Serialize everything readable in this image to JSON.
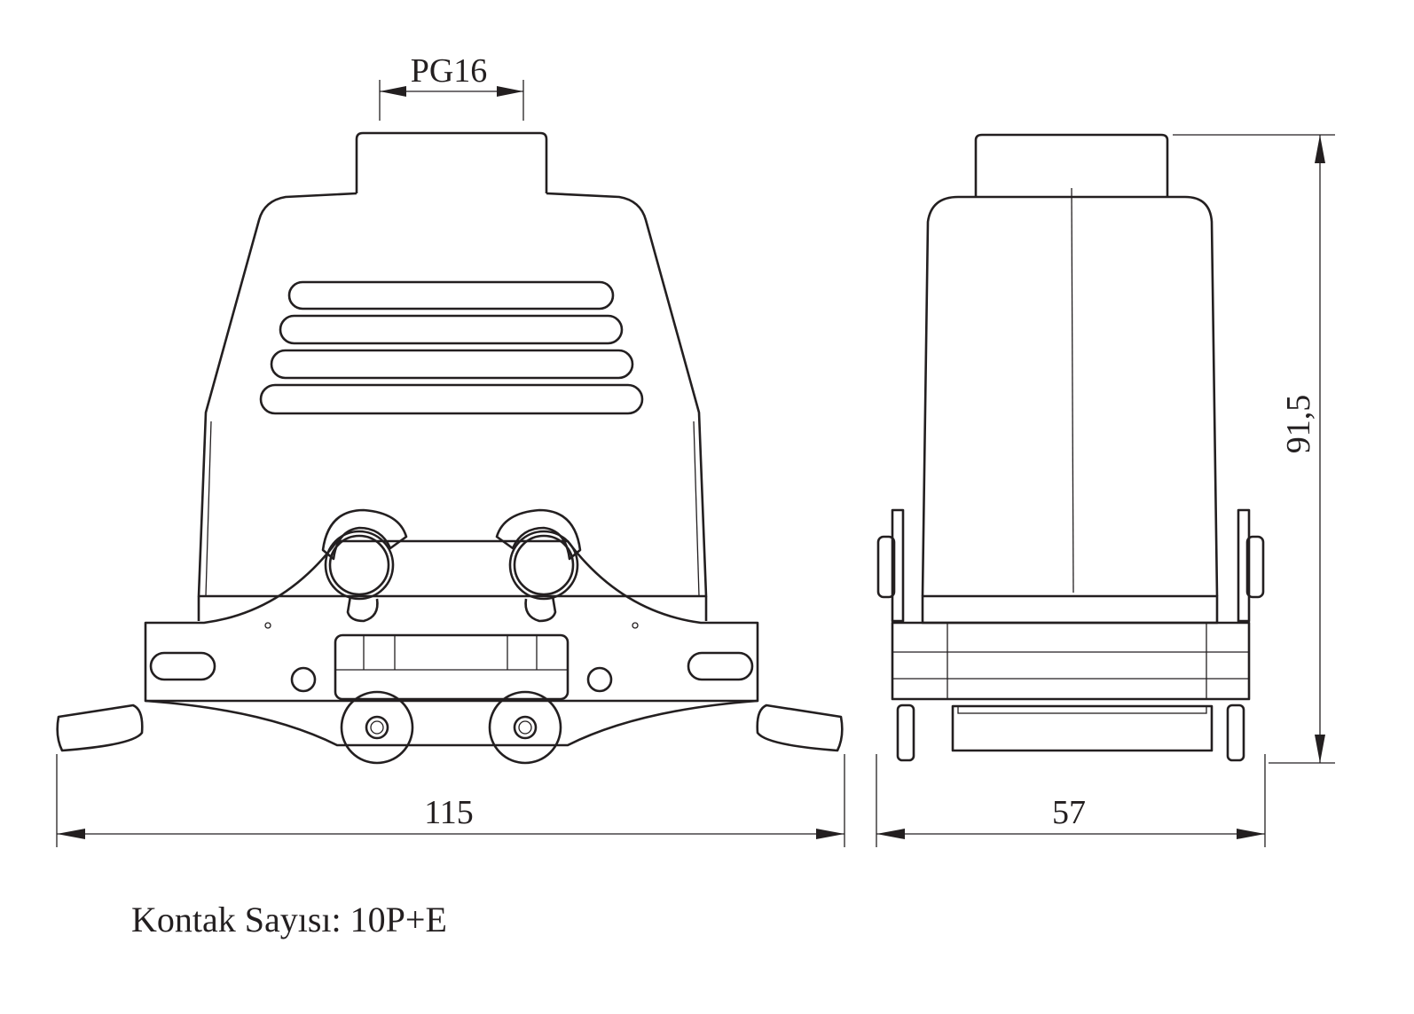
{
  "dimensions": {
    "cable_gland": "PG16",
    "width_front": "115",
    "width_side": "57",
    "height": "91,5"
  },
  "note": "Kontak Sayısı: 10P+E",
  "colors": {
    "line": "#231f20",
    "background": "#ffffff"
  }
}
